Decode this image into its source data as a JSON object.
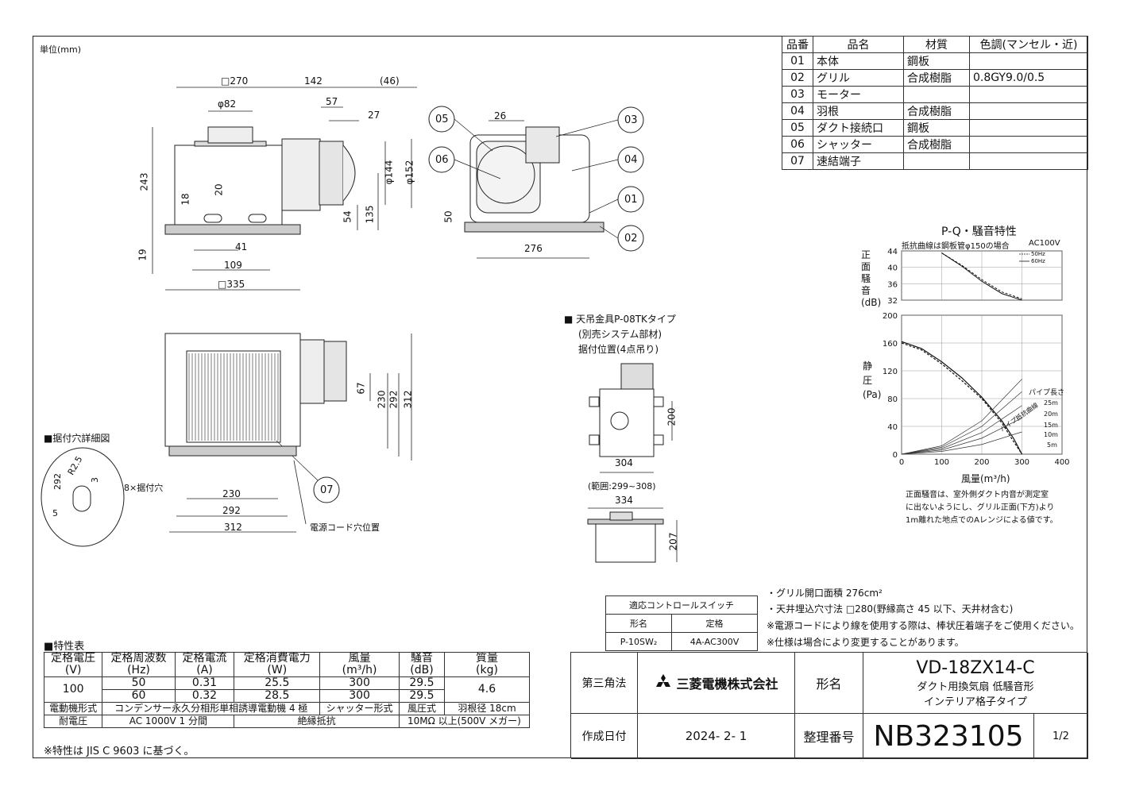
{
  "unit_label": "単位(mm)",
  "parts_table": {
    "headers": [
      "品番",
      "品名",
      "材質",
      "色調(マンセル・近)"
    ],
    "rows": [
      [
        "01",
        "本体",
        "鋼板",
        ""
      ],
      [
        "02",
        "グリル",
        "合成樹脂",
        "0.8GY9.0/0.5"
      ],
      [
        "03",
        "モーター",
        "",
        ""
      ],
      [
        "04",
        "羽根",
        "合成樹脂",
        ""
      ],
      [
        "05",
        "ダクト接続口",
        "鋼板",
        ""
      ],
      [
        "06",
        "シャッター",
        "合成樹脂",
        ""
      ],
      [
        "07",
        "速結端子",
        "",
        ""
      ]
    ]
  },
  "dims": {
    "d270": "□270",
    "d142": "142",
    "d46": "(46)",
    "d82": "φ82",
    "d57": "57",
    "d27": "27",
    "d243": "243",
    "d18": "18",
    "d20": "20",
    "d144": "φ144",
    "d152": "φ152",
    "d54": "54",
    "d135": "135",
    "d19": "19",
    "d41": "41",
    "d109": "109",
    "d335": "□335",
    "d26": "26",
    "d50": "50",
    "d276": "276",
    "d67": "67",
    "d230v": "230",
    "d292v": "292",
    "d312v": "312",
    "d230": "230",
    "d292": "292",
    "d312": "312",
    "holes": "8×据付穴",
    "cord": "電源コード穴位置",
    "d200": "200",
    "d304": "304",
    "range": "(範囲:299~308)",
    "d334": "334",
    "d207": "207"
  },
  "callouts": [
    "05",
    "06",
    "03",
    "04",
    "01",
    "02",
    "07"
  ],
  "detail": {
    "title": "■据付穴詳細図",
    "r": "R2.5",
    "d292": "292",
    "d3": "3",
    "d5": "5"
  },
  "hanger": {
    "line1": "■ 天吊金具P-08TKタイプ",
    "line2": "(別売システム部材)",
    "line3": "据付位置(4点吊り)"
  },
  "chart": {
    "title": "P-Q・騒音特性",
    "note": "抵抗曲線は鋼板管φ150の場合",
    "supply": "AC100V",
    "legend": [
      "50Hz",
      "60Hz"
    ],
    "noise_ylabel": "正面騒音(dB)",
    "pressure_ylabel": "静圧(Pa)",
    "xlabel": "風量(m³/h)",
    "pipe_label": "パイプ長さ",
    "curve_label": "パイプ抵抗曲線",
    "pipe_lengths": [
      "25m",
      "20m",
      "15m",
      "10m",
      "5m"
    ],
    "footnote": [
      "正面騒音は、室外側ダクト内音が測定室",
      "に出ないようにし、グリル正面(下方)より",
      "1m離れた地点でのAレンジによる値です。"
    ]
  },
  "chart_data": {
    "type": "line",
    "noise": {
      "xlim": [
        0,
        400
      ],
      "ylim": [
        32,
        44
      ],
      "yticks": [
        32,
        36,
        40,
        44
      ],
      "series": [
        {
          "name": "50Hz",
          "x": [
            100,
            150,
            200,
            250,
            300
          ],
          "y": [
            43.5,
            40.5,
            37.0,
            34.0,
            32.3
          ]
        },
        {
          "name": "60Hz",
          "x": [
            100,
            150,
            200,
            250,
            300
          ],
          "y": [
            43.5,
            40.3,
            36.6,
            33.6,
            32.0
          ]
        }
      ]
    },
    "pressure": {
      "xlim": [
        0,
        400
      ],
      "ylim": [
        0,
        200
      ],
      "xticks": [
        0,
        100,
        200,
        300,
        400
      ],
      "yticks": [
        0,
        40,
        80,
        120,
        160,
        200
      ],
      "series": [
        {
          "name": "50Hz",
          "x": [
            0,
            50,
            100,
            150,
            200,
            250,
            275,
            300
          ],
          "y": [
            160,
            150,
            130,
            106,
            80,
            45,
            22,
            0
          ]
        },
        {
          "name": "60Hz",
          "x": [
            0,
            50,
            100,
            150,
            200,
            250,
            280,
            300
          ],
          "y": [
            162,
            152,
            133,
            110,
            82,
            48,
            22,
            0
          ]
        }
      ],
      "pipe_curves": [
        {
          "name": "25m",
          "x": [
            0,
            100,
            200,
            300
          ],
          "y": [
            0,
            12,
            48,
            108
          ]
        },
        {
          "name": "20m",
          "x": [
            0,
            100,
            200,
            300
          ],
          "y": [
            0,
            10,
            40,
            90
          ]
        },
        {
          "name": "15m",
          "x": [
            0,
            100,
            200,
            300
          ],
          "y": [
            0,
            8,
            31,
            70
          ]
        },
        {
          "name": "10m",
          "x": [
            0,
            100,
            200,
            300
          ],
          "y": [
            0,
            6,
            23,
            52
          ]
        },
        {
          "name": "5m",
          "x": [
            0,
            100,
            200,
            300
          ],
          "y": [
            0,
            4,
            14,
            32
          ]
        }
      ]
    }
  },
  "notes": [
    "・グリル開口面積 276cm²",
    "・天井埋込穴寸法 □280(野縁高さ 45 以下、天井材含む)",
    "※電源コードにより線を使用する際は、棒状圧着端子をご使用ください。",
    "※仕様は場合により変更することがあります。"
  ],
  "control": {
    "title": "適応コントロールスイッチ",
    "headers": [
      "形名",
      "定格"
    ],
    "row": [
      "P-10SW₂",
      "4A-AC300V"
    ]
  },
  "spec": {
    "title": "■特性表",
    "headers": [
      [
        "定格電圧",
        "(V)"
      ],
      [
        "定格周波数",
        "(Hz)"
      ],
      [
        "定格電流",
        "(A)"
      ],
      [
        "定格消費電力",
        "(W)"
      ],
      [
        "風量",
        "(m³/h)"
      ],
      [
        "騒音",
        "(dB)"
      ],
      [
        "質量",
        "(kg)"
      ]
    ],
    "voltage": "100",
    "mass": "4.6",
    "rows": [
      [
        "50",
        "0.31",
        "25.5",
        "300",
        "29.5"
      ],
      [
        "60",
        "0.32",
        "28.5",
        "300",
        "29.5"
      ]
    ],
    "motor_label": "電動機形式",
    "motor": "コンデンサー永久分相形単相誘導電動機 4 極",
    "shutter_label": "シャッター形式",
    "shutter": "風圧式",
    "blade_label": "羽根径",
    "blade": "18cm",
    "voltage_label": "耐電圧",
    "withstand": "AC 1000V 1 分間",
    "insul_label": "絶縁抵抗",
    "insul": "10MΩ 以上(500V メガー)",
    "note": "※特性は JIS C 9603 に基づく。"
  },
  "titleblock": {
    "projection": "第三角法",
    "company": "三菱電機株式会社",
    "model_label": "形名",
    "model": "VD-18ZX14-C",
    "desc1": "ダクト用換気扇 低騒音形",
    "desc2": "インテリア格子タイプ",
    "date_label": "作成日付",
    "date": "2024- 2- 1",
    "number_label": "整理番号",
    "number": "NB323105",
    "page": "1/2"
  }
}
